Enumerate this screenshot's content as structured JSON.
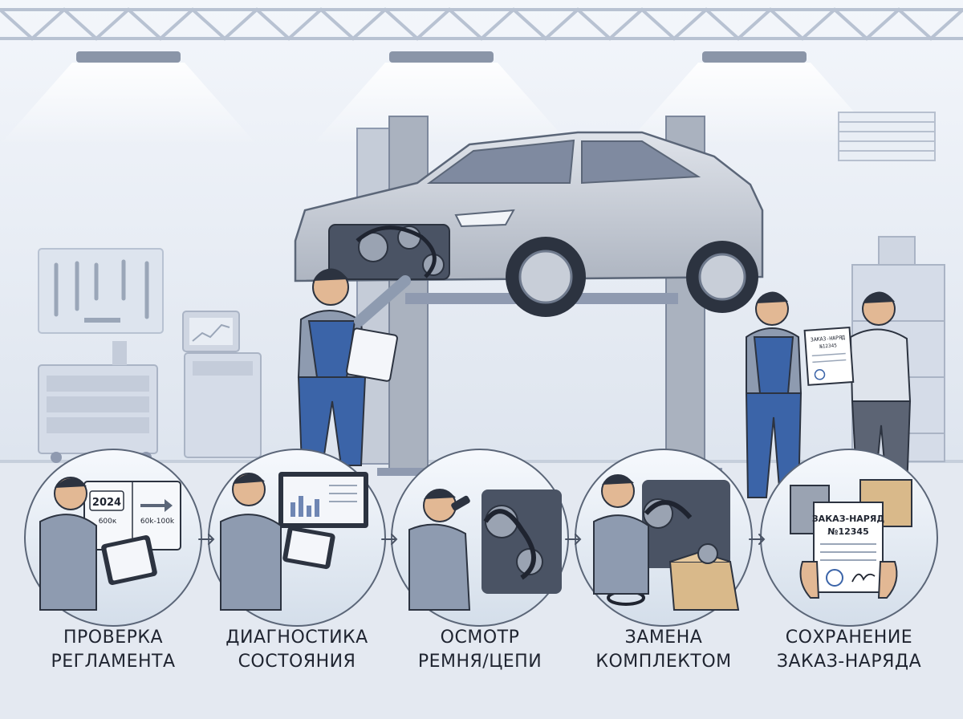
{
  "steps": [
    {
      "line1": "ПРОВЕРКА",
      "line2": "РЕГЛАМЕНТА",
      "tag_year": "2024",
      "tag_a": "600к",
      "tag_b": "60k-100k"
    },
    {
      "line1": "ДИАГНОСТИКА",
      "line2": "СОСТОЯНИЯ"
    },
    {
      "line1": "ОСМОТР",
      "line2": "РЕМНЯ/ЦЕПИ"
    },
    {
      "line1": "ЗАМЕНА",
      "line2": "КОМПЛЕКТОМ"
    },
    {
      "line1": "СОХРАНЕНИЕ",
      "line2": "ЗАКАЗ-НАРЯДА",
      "doc_title": "ЗАКАЗ-НАРЯД",
      "doc_number": "№12345"
    }
  ],
  "hero": {
    "doc_title": "ЗАКАЗ-НАРЯД",
    "doc_number": "№12345"
  },
  "colors": {
    "background": "#eef2f8",
    "car_body": "#c4cad4",
    "lift_post": "#aab2bf",
    "uniform": "#3b64a8",
    "shirt": "#8e9bb0",
    "outline": "#2c3340"
  }
}
